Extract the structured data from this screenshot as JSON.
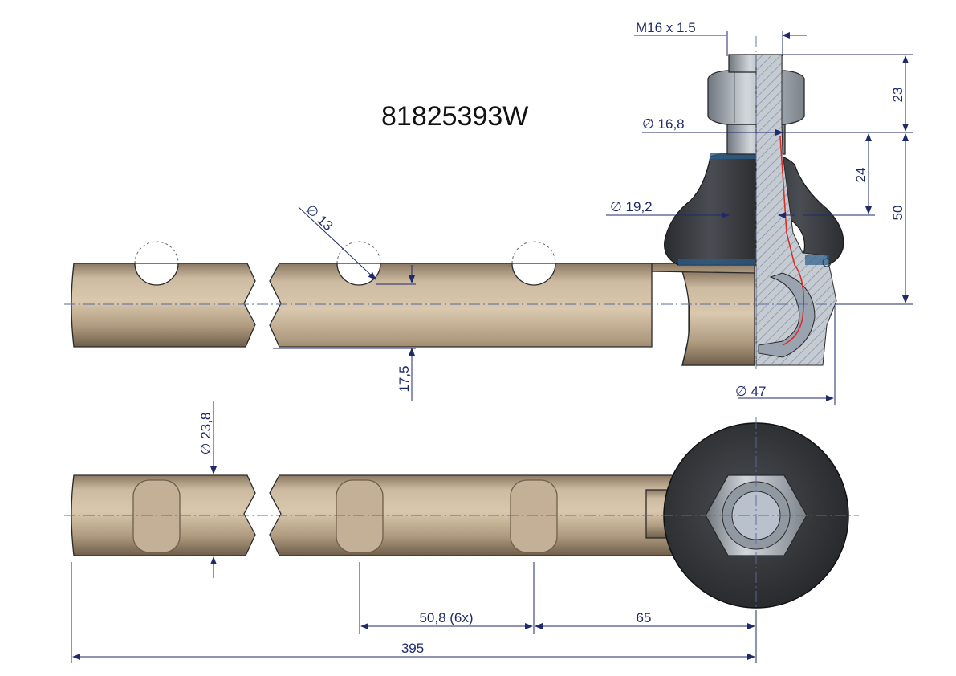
{
  "part_number": "81825393W",
  "dimensions": {
    "thread": "M16 x 1.5",
    "top_height": "23",
    "stud_diameter": "∅ 16,8",
    "boot_height": "24",
    "stud_base_diameter": "∅ 19,2",
    "total_height": "50",
    "hole_diameter": "∅ 13",
    "hole_offset": "17,5",
    "housing_diameter": "∅ 47",
    "rod_diameter": "∅ 23,8",
    "hole_pitch": "50,8  (6x)",
    "end_distance": "65",
    "overall_length": "395"
  },
  "colors": {
    "rod": "#c7b49a",
    "rod_dark": "#8f7c64",
    "boot": "#3a3d42",
    "dimension": "#1f2a6b",
    "section_hatch": "#a7aeb8",
    "nut": "#a9b0b8"
  }
}
